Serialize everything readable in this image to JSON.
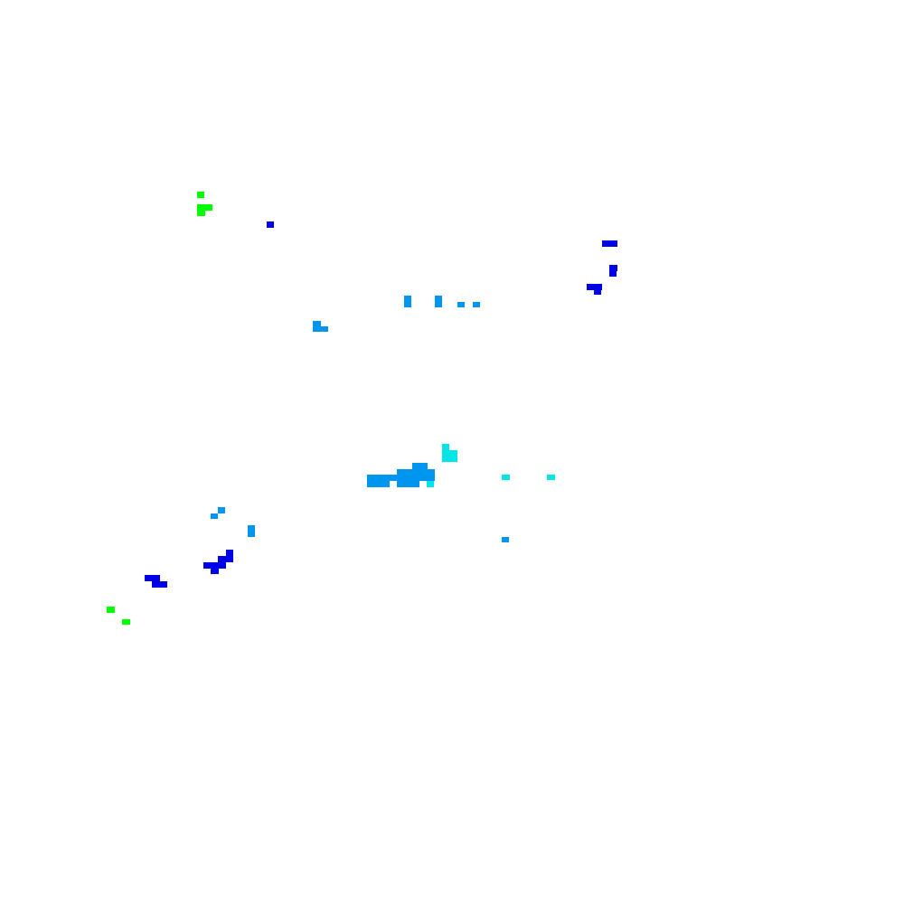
{
  "colors": {
    "background": "#ffffff",
    "green": "#00ff00",
    "blue": "#0000e6",
    "azure": "#0096f0",
    "cyan": "#00e6e6"
  },
  "clusters": [
    {
      "name": "green-cluster-top",
      "color": "green"
    },
    {
      "name": "blue-dot-top",
      "color": "blue"
    },
    {
      "name": "right-arc-cluster",
      "color": "blue"
    },
    {
      "name": "mid-row-cluster",
      "color": "azure"
    },
    {
      "name": "left-mid-cluster",
      "color": "azure"
    },
    {
      "name": "center-cluster",
      "color": "azure"
    },
    {
      "name": "cyan-cluster",
      "color": "cyan"
    },
    {
      "name": "lower-left-cluster",
      "color": "blue"
    },
    {
      "name": "green-cluster-bottom",
      "color": "green"
    }
  ]
}
